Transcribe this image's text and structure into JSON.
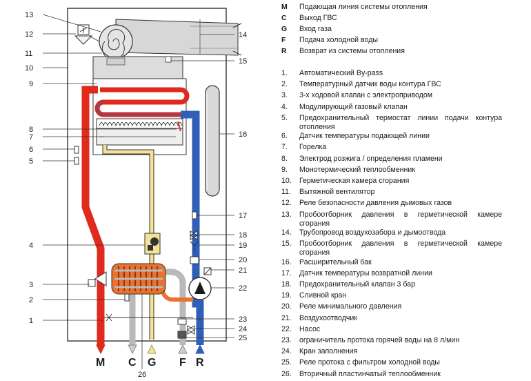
{
  "diagram": {
    "pipe_letters": [
      "M",
      "C",
      "G",
      "F",
      "R"
    ],
    "callouts_left": [
      "13",
      "12",
      "11",
      "10",
      "9",
      "8",
      "7",
      "6",
      "5",
      "4",
      "3",
      "2",
      "1"
    ],
    "callouts_right": [
      "14",
      "15",
      "16",
      "17",
      "18",
      "19",
      "20",
      "21",
      "22",
      "23",
      "24",
      "25"
    ],
    "callout_bottom": "26",
    "colors": {
      "flow_hot": "#e02a1d",
      "return_cold": "#2f5fb6",
      "gas": "#f3e39a",
      "gray_pipe": "#b9b9b9",
      "orange_pipe": "#e8722e"
    }
  },
  "legend": {
    "connections": [
      {
        "key": "M",
        "text": "Подающая линия системы отопления"
      },
      {
        "key": "C",
        "text": "Выход ГВС"
      },
      {
        "key": "G",
        "text": "Вход газа"
      },
      {
        "key": "F",
        "text": "Подача холодной воды"
      },
      {
        "key": "R",
        "text": "Возврат из системы отопления"
      }
    ],
    "components": [
      {
        "num": "1.",
        "text": "Автоматический By-pass"
      },
      {
        "num": "2.",
        "text": "Температурный датчик воды контура ГВС"
      },
      {
        "num": "3.",
        "text": "3-х ходовой клапан с электроприводом"
      },
      {
        "num": "4.",
        "text": "Модулирующий газовый клапан"
      },
      {
        "num": "5.",
        "text": "Предохранительный термостат линии подачи контура отопления"
      },
      {
        "num": "6.",
        "text": "Датчик температуры подающей линии"
      },
      {
        "num": "7.",
        "text": "Горелка"
      },
      {
        "num": "8.",
        "text": "Электрод розжига / определения пламени"
      },
      {
        "num": "9.",
        "text": "Монотермический теплообменник"
      },
      {
        "num": "10.",
        "text": "Герметическая камера сгорания"
      },
      {
        "num": "11.",
        "text": "Вытяжной вентилятор"
      },
      {
        "num": "12.",
        "text": "Реле безопасности давления дымовых газов"
      },
      {
        "num": "13.",
        "text": "Пробоотборник давления в герметической камере сгорания"
      },
      {
        "num": "14.",
        "text": "Трубопровод воздухозабора и дымоотвода"
      },
      {
        "num": "15.",
        "text": "Пробоотборник давления в герметической камере сгорания"
      },
      {
        "num": "16.",
        "text": "Расширительный бак"
      },
      {
        "num": "17.",
        "text": "Датчик температуры возвратной линии"
      },
      {
        "num": "18.",
        "text": "Предохранительный клапан 3 бар"
      },
      {
        "num": "19.",
        "text": "Сливной кран"
      },
      {
        "num": "20.",
        "text": "Реле минимального давления"
      },
      {
        "num": "21.",
        "text": "Воздухоотводчик"
      },
      {
        "num": "22.",
        "text": "Насос"
      },
      {
        "num": "23.",
        "text": "ограничитель протока горячей воды на 8 л/мин"
      },
      {
        "num": "24.",
        "text": "Кран заполнения"
      },
      {
        "num": "25.",
        "text": "Реле протока с фильтром холодной воды"
      },
      {
        "num": "26.",
        "text": "Вторичный пластинчатый теплообменник"
      }
    ]
  }
}
